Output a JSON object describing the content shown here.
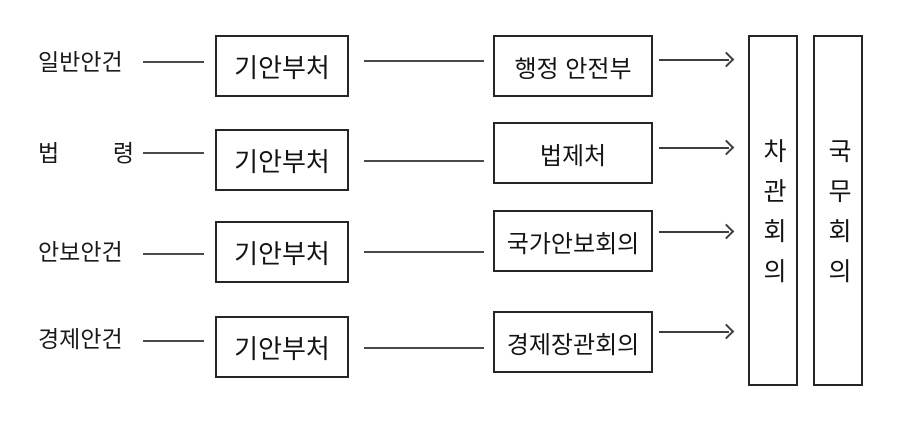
{
  "diagram": {
    "description": "agenda-review-flow",
    "rows": [
      {
        "category": "일반안건",
        "drafter": "기안부처",
        "review_body": "행정 안전부"
      },
      {
        "category": "법 령",
        "drafter": "기안부처",
        "review_body": "법제처"
      },
      {
        "category": "안보안건",
        "drafter": "기안부처",
        "review_body": "국가안보회의"
      },
      {
        "category": "경제안건",
        "drafter": "기안부처",
        "review_body": "경제장관회의"
      }
    ],
    "councils": [
      {
        "name": "차관회의"
      },
      {
        "name": "국무회의"
      }
    ],
    "colors": {
      "background": "#ffffff",
      "border": "#262626",
      "line": "#4a4a4a",
      "arrow": "#3d3d3d",
      "text": "#141414"
    }
  }
}
